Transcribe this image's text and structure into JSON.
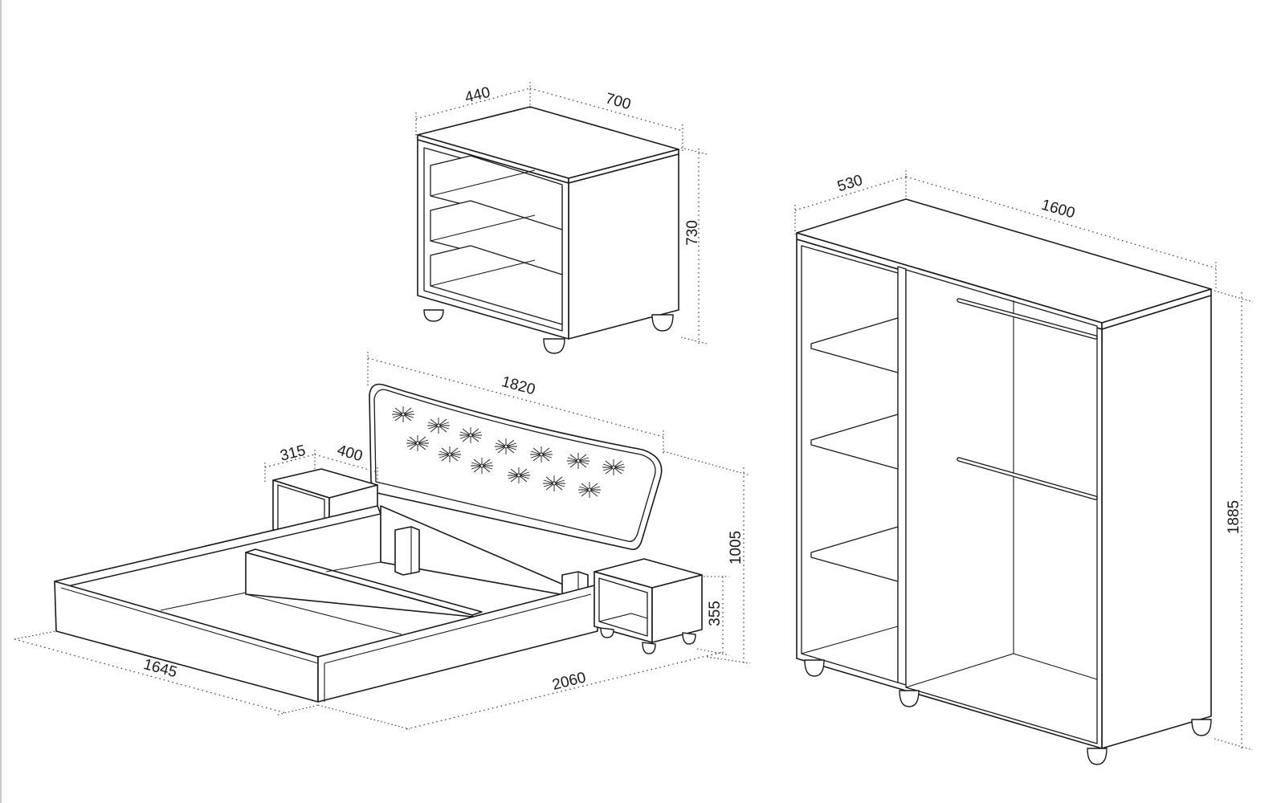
{
  "dimensions": {
    "dresser_depth": "440",
    "dresser_width": "700",
    "dresser_height": "730",
    "wardrobe_depth": "530",
    "wardrobe_width": "1600",
    "wardrobe_height": "1885",
    "headboard_width": "1820",
    "nightstand_width": "315",
    "nightstand_depth": "400",
    "bed_height": "1005",
    "nightstand_height": "355",
    "bed_width": "1645",
    "bed_length": "2060"
  },
  "colors": {
    "line": "#1a1a1a",
    "background": "#ffffff"
  }
}
